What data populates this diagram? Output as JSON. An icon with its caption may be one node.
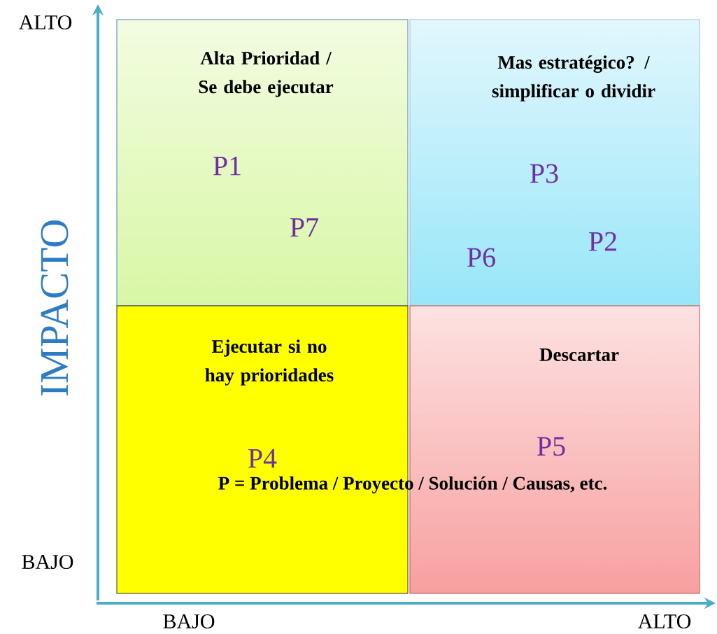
{
  "diagram": {
    "nodes": [
      {
        "text": [
          "Alta Prioridad / Se debe ejecutar",
          "P1",
          "P7"
        ]
      },
      {
        "text": [
          "Mas estratégico? / simplificar o dividir",
          "P3",
          "P6",
          "P2"
        ]
      },
      {
        "text": [
          "Ejecutar si no hay prioridades",
          "P4"
        ]
      },
      {
        "text": [
          "Descartar",
          "P5"
        ]
      }
    ],
    "labels": [
      "ALTO",
      "IMPACTO",
      "P = Problema / Proyecto / Solución / Causas, etc.",
      "BAJO",
      "BAJO",
      "ALTO"
    ]
  }
}
